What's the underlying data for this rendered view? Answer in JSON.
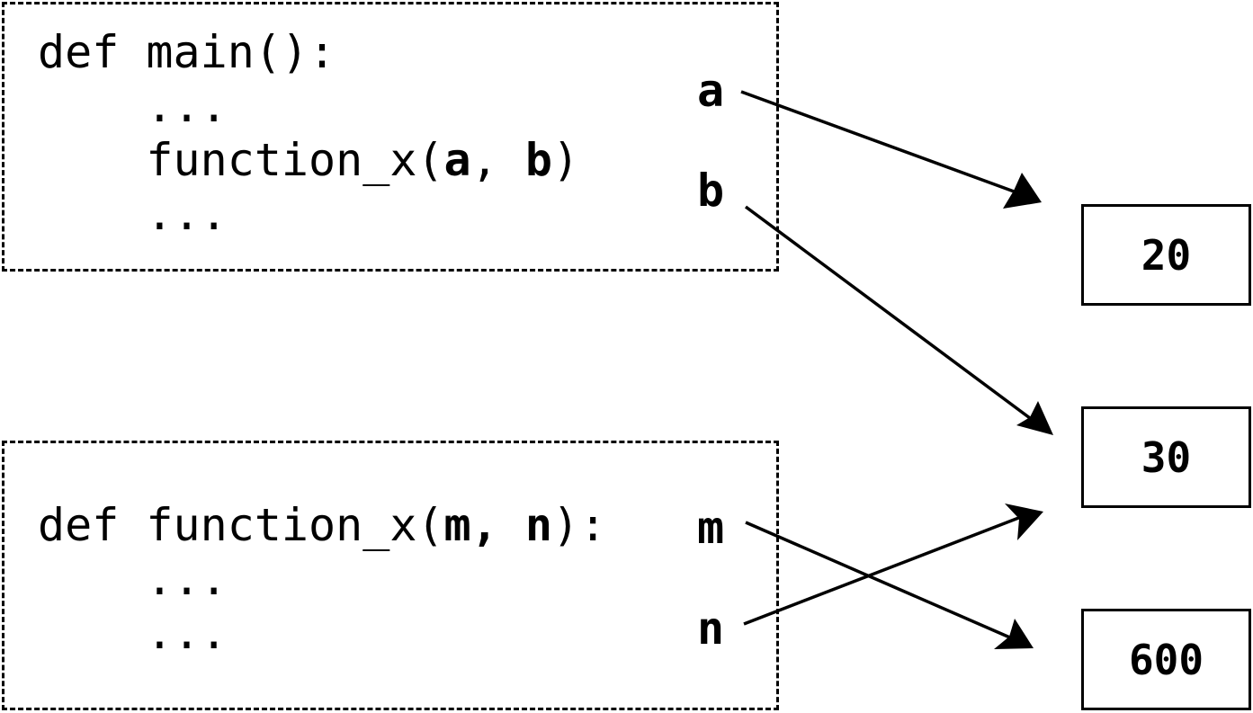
{
  "main_block": {
    "line1": "def main():",
    "line2": "    ...",
    "line3_prefix": "    function_x(",
    "line3_arg1": "a",
    "line3_sep": ", ",
    "line3_arg2": "b",
    "line3_suffix": ")",
    "line4": "    ..."
  },
  "func_block": {
    "line1_prefix": "def function_x(",
    "line1_arg1": "m",
    "line1_sep": ", ",
    "line1_arg2": "n",
    "line1_suffix": "):",
    "line2": "    ...",
    "line3": "    ..."
  },
  "variables": {
    "a": "a",
    "b": "b",
    "m": "m",
    "n": "n"
  },
  "values": {
    "v20": "20",
    "v30": "30",
    "v600": "600"
  },
  "references": [
    {
      "from": "a",
      "to": "20"
    },
    {
      "from": "b",
      "to": "30"
    },
    {
      "from": "m",
      "to": "600"
    },
    {
      "from": "n",
      "to": "30"
    }
  ]
}
